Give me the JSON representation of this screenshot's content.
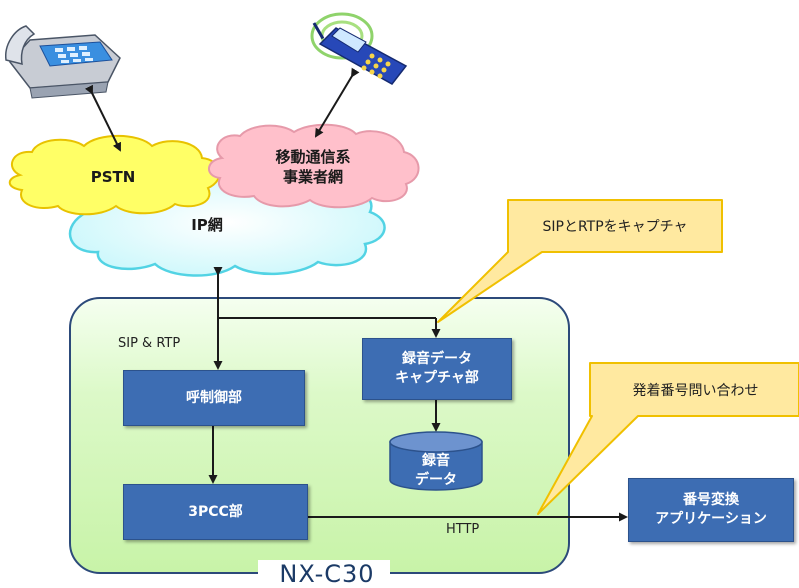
{
  "clouds": {
    "pstn": "PSTN",
    "mobile": [
      "移動通信系",
      "事業者網"
    ],
    "ip": "IP網"
  },
  "callouts": {
    "capture": "SIPとRTPをキャプチャ",
    "inquiry": "発着番号問い合わせ"
  },
  "labels": {
    "sip_rtp": "SIP & RTP",
    "http": "HTTP",
    "system": "NX-C30"
  },
  "boxes": {
    "call_control": "呼制御部",
    "capture": [
      "録音データ",
      "キャプチャ部"
    ],
    "recording_data": [
      "録音",
      "データ"
    ],
    "pcc": "3PCC部",
    "number_app": [
      "番号変換",
      "アプリケーション"
    ]
  },
  "colors": {
    "box_blue": "#3d6db3",
    "panel_green": "#d8f7c0",
    "panel_border": "#2c4a7a",
    "pstn_cloud": "#ffff66",
    "mobile_cloud": "#ffc0cb",
    "ip_cloud": "#e0ffff",
    "callout": "#ffe9a0"
  }
}
